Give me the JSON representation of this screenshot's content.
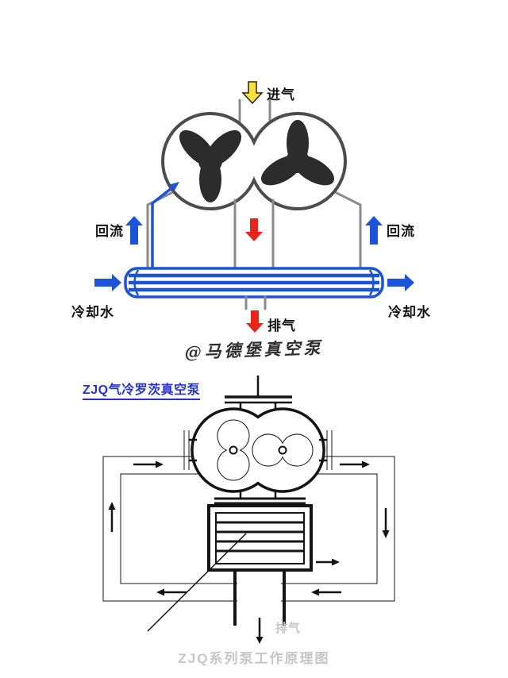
{
  "colors": {
    "background": "#ffffff",
    "blue": "#1b54d8",
    "red": "#e8241c",
    "yellow": "#ffdf3c",
    "line_gray": "#8b8b8b",
    "casing_gray": "#4c4c4c",
    "rotor_black": "#2c2c2c",
    "black": "#141414",
    "title_blue": "#2531cd",
    "faint_gray": "#c6c6c6"
  },
  "top_diagram": {
    "labels": {
      "inlet": "进气",
      "backflow_left": "回流",
      "backflow_right": "回流",
      "cooling_water_in": "冷却水",
      "cooling_water_out": "冷却水",
      "exhaust": "排气"
    },
    "caption": "@马德堡真空泵"
  },
  "bottom_diagram": {
    "title": "ZJQ气冷罗茨真空泵",
    "exhaust_label": "排气",
    "caption": "ZJQ系列泵工作原理图"
  }
}
